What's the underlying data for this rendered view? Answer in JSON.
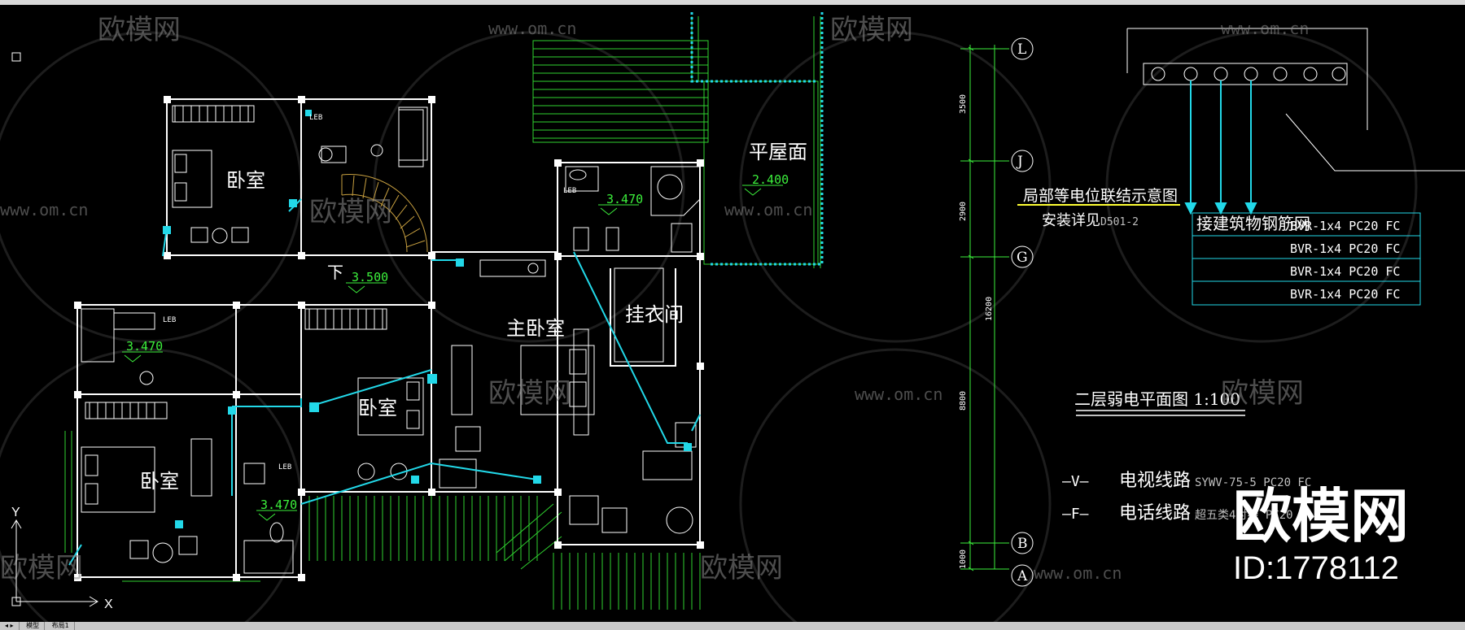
{
  "window": {
    "tabs": [
      "模型",
      "布局1"
    ]
  },
  "rooms": {
    "bedroom_nw": "卧室",
    "bedroom_mid": "卧室",
    "bedroom_sw": "卧室",
    "master_bedroom": "主卧室",
    "walkin_closet": "挂衣间",
    "flat_roof": "平屋面",
    "stair_down": "下"
  },
  "elevations": {
    "flat_roof": "2.400",
    "bath_master": "3.470",
    "bath_west": "3.470",
    "bath_south": "3.470",
    "stair_landing": "3.500"
  },
  "fixture_labels": [
    "LEB",
    "LEB",
    "LEB",
    "LEB"
  ],
  "grid_axes": [
    "L",
    "J",
    "G",
    "B",
    "A"
  ],
  "dimensions": [
    "3500",
    "2900",
    "16200",
    "8800",
    "1000"
  ],
  "equipotential": {
    "title": "局部等电位联结示意图",
    "subtitle": "安装详见",
    "subtitle_tail": "D501-2",
    "rebar_label": "接建筑物钢筋网",
    "cables": [
      "BVR-1x4  PC20  FC",
      "BVR-1x4  PC20  FC",
      "BVR-1x4  PC20  FC",
      "BVR-1x4  PC20  FC"
    ]
  },
  "drawing_title": "二层弱电平面图 1:100",
  "legend": [
    {
      "symbol": "—V—",
      "label": "电视线路",
      "spec": "SYWV-75-5  PC20  FC"
    },
    {
      "symbol": "—F—",
      "label": "电话线路",
      "spec": "超五类4对线  PC20"
    }
  ],
  "watermark": {
    "brand": "欧模网",
    "url": "www.om.cn",
    "id": "ID:1778112"
  },
  "colors": {
    "wall": "#ffffff",
    "green_line": "#3cf03c",
    "cyan": "#22d8e8",
    "yellow": "#ffff33",
    "brown": "#c8a040"
  }
}
